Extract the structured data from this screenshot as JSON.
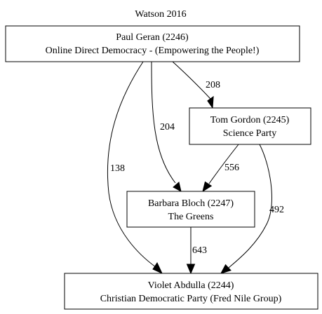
{
  "title": "Watson 2016",
  "nodes": {
    "geran": {
      "line1": "Paul Geran (2246)",
      "line2": "Online Direct Democracy - (Empowering the People!)"
    },
    "gordon": {
      "line1": "Tom Gordon (2245)",
      "line2": "Science Party"
    },
    "bloch": {
      "line1": "Barbara Bloch (2247)",
      "line2": "The Greens"
    },
    "abdulla": {
      "line1": "Violet Abdulla (2244)",
      "line2": "Christian Democratic Party (Fred Nile Group)"
    }
  },
  "edges": {
    "geran_gordon": {
      "from": "Paul Geran (2246)",
      "to": "Tom Gordon (2245)",
      "label": "208"
    },
    "geran_bloch": {
      "from": "Paul Geran (2246)",
      "to": "Barbara Bloch (2247)",
      "label": "204"
    },
    "geran_abdulla": {
      "from": "Paul Geran (2246)",
      "to": "Violet Abdulla (2244)",
      "label": "138"
    },
    "gordon_bloch": {
      "from": "Tom Gordon (2245)",
      "to": "Barbara Bloch (2247)",
      "label": "556"
    },
    "gordon_abdulla": {
      "from": "Tom Gordon (2245)",
      "to": "Violet Abdulla (2244)",
      "label": "492"
    },
    "bloch_abdulla": {
      "from": "Barbara Bloch (2247)",
      "to": "Violet Abdulla (2244)",
      "label": "643"
    }
  }
}
